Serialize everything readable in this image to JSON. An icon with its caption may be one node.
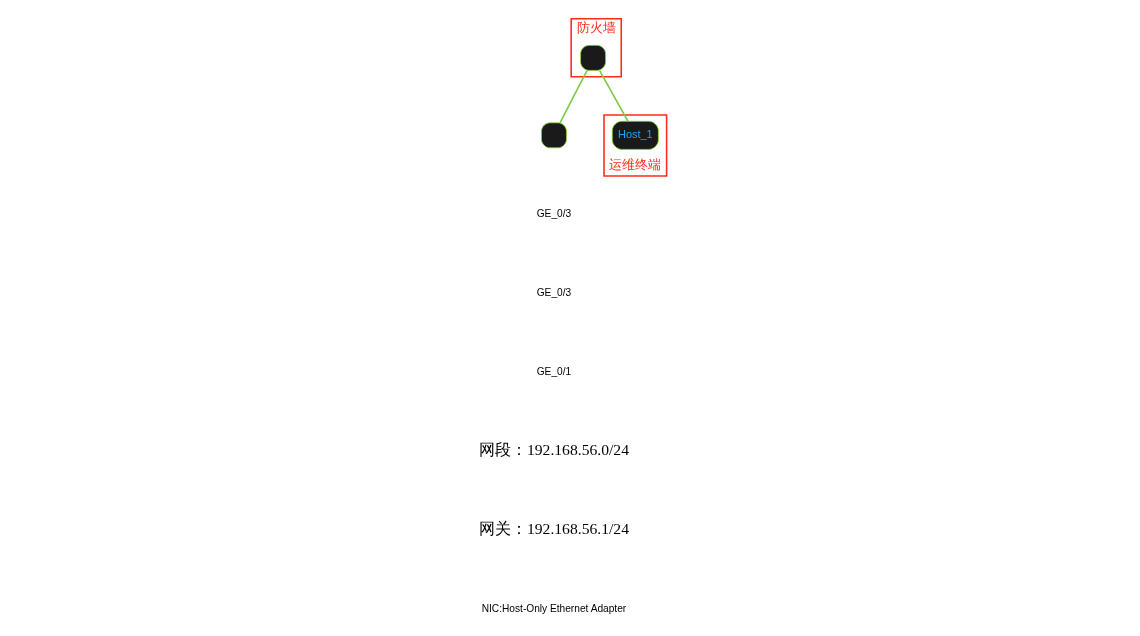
{
  "diagram": {
    "nodes": [
      {
        "text": [
          "防火墙"
        ]
      },
      {
        "text": [],
        "shape": "box",
        "in": 0
      },
      {
        "text": [],
        "shape": "box"
      },
      {
        "text": [
          "运维终端"
        ]
      },
      {
        "text": [
          "Host_1"
        ],
        "in": 3
      }
    ],
    "edges": [
      {
        "from": 1,
        "to": 2,
        "arrow": "none"
      },
      {
        "from": 1,
        "to": 4,
        "arrow": "none"
      }
    ],
    "labels": [
      "GE_0/3",
      "GE_0/3",
      "GE_0/1",
      "网段：192.168.56.0/24",
      "网关：192.168.56.1/24",
      "NIC:Host-Only Ethernet Adapter"
    ]
  }
}
